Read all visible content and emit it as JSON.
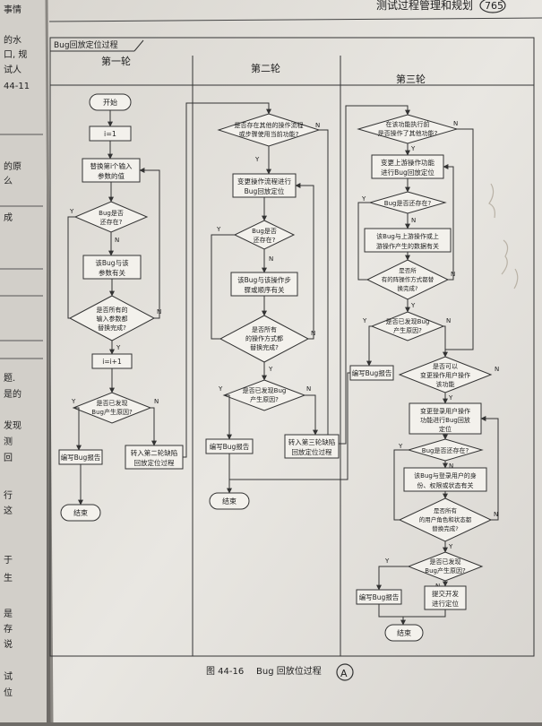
{
  "header": {
    "title": "测试过程管理和规划",
    "page_number": "765"
  },
  "left_margin": {
    "fragments": [
      "事情",
      "的水",
      "口, 规",
      "试人",
      "44-11",
      "的原",
      "么",
      "成",
      "题.",
      "是的",
      "发现",
      "测",
      "回",
      "行",
      "这",
      "于",
      "生",
      "是",
      "存",
      "说",
      "试",
      "位"
    ]
  },
  "diagram": {
    "frame_title": "Bug回放定位过程",
    "columns": [
      "第一轮",
      "第二轮",
      "第三轮"
    ],
    "labels": {
      "yes": "Y",
      "no": "N"
    },
    "round1": {
      "start": "开始",
      "init": "i=1",
      "replace": [
        "替换第i个输入",
        "参数的值"
      ],
      "bug_exists": [
        "Bug是否",
        "还存在?"
      ],
      "related": [
        "该Bug与该",
        "参数有关"
      ],
      "all_replaced": [
        "是否所有的",
        "输入参数都",
        "替换完成?"
      ],
      "increment": "i=i+1",
      "found_cause": [
        "是否已发现",
        "Bug产生原因?"
      ],
      "write_report": "编写Bug报告",
      "to_round2": [
        "转入第二轮缺陷",
        "回放定位过程"
      ],
      "end": "结束"
    },
    "round2": {
      "other_flow": [
        "是否存在其他的操作流程",
        "或步骤使用当前功能?"
      ],
      "change_flow": [
        "变更操作流程进行",
        "Bug回放定位"
      ],
      "bug_exists": [
        "Bug是否",
        "还存在?"
      ],
      "related": [
        "该Bug与该操作步",
        "骤或顺序有关"
      ],
      "all_replaced": [
        "是否所有",
        "的操作方式都",
        "替换完成?"
      ],
      "found_cause": [
        "是否已发现Bug",
        "产生原因?"
      ],
      "write_report": "编写Bug报告",
      "to_round3": [
        "转入第三轮缺陷",
        "回放定位过程"
      ],
      "end": "结束"
    },
    "round3": {
      "prev_ops": [
        "在该功能执行前",
        "是否操作了其他功能?"
      ],
      "change_prev": [
        "变更上游操作功能",
        "进行Bug回放定位"
      ],
      "bug_exists": "Bug是否还存在?",
      "related": [
        "该Bug与上游操作或上",
        "游操作产生的数据有关"
      ],
      "all_replaced": [
        "是否所",
        "有的阵操作方式都替",
        "换完成?"
      ],
      "found_cause": [
        "是否已发现Bug",
        "产生原因?"
      ],
      "write_report": "编写Bug报告",
      "change_user": [
        "是否可以",
        "变更操作用户操作",
        "该功能"
      ],
      "change_login": [
        "变更登录用户操作",
        "功能进行Bug回放",
        "定位"
      ],
      "bug_exists2": "Bug是否还存在?",
      "related_user": [
        "该Bug与登录用户的身",
        "份、权限或状态有关"
      ],
      "all_roles": [
        "是否所有",
        "的用户角色和状态都",
        "替换完成?"
      ],
      "found_cause2": [
        "是否已发现",
        "Bug产生原因?"
      ],
      "write_report2": "编写Bug报告",
      "submit_dev": [
        "提交开发",
        "进行定位"
      ],
      "end": "结束"
    }
  },
  "caption": {
    "label": "图 44-16",
    "text": "Bug 回放位过程"
  },
  "stamp": "A"
}
